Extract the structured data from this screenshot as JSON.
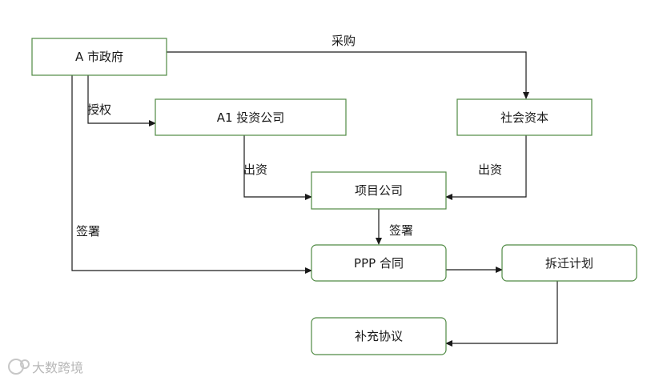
{
  "nodes": {
    "a_city_gov": "A 市政府",
    "a1_invest": "A1 投资公司",
    "social_capital": "社会资本",
    "project_company": "项目公司",
    "ppp_contract": "PPP 合同",
    "demolition_plan": "拆迁计划",
    "supplement_agreement": "补充协议"
  },
  "edges": {
    "procurement": "采购",
    "authorize": "授权",
    "invest_left": "出资",
    "invest_right": "出资",
    "sign_left": "签署",
    "sign_center": "签署"
  },
  "watermark": {
    "text": "大数跨境"
  },
  "colors": {
    "box_border": "#4f8a43",
    "line": "#1a1a1a"
  }
}
